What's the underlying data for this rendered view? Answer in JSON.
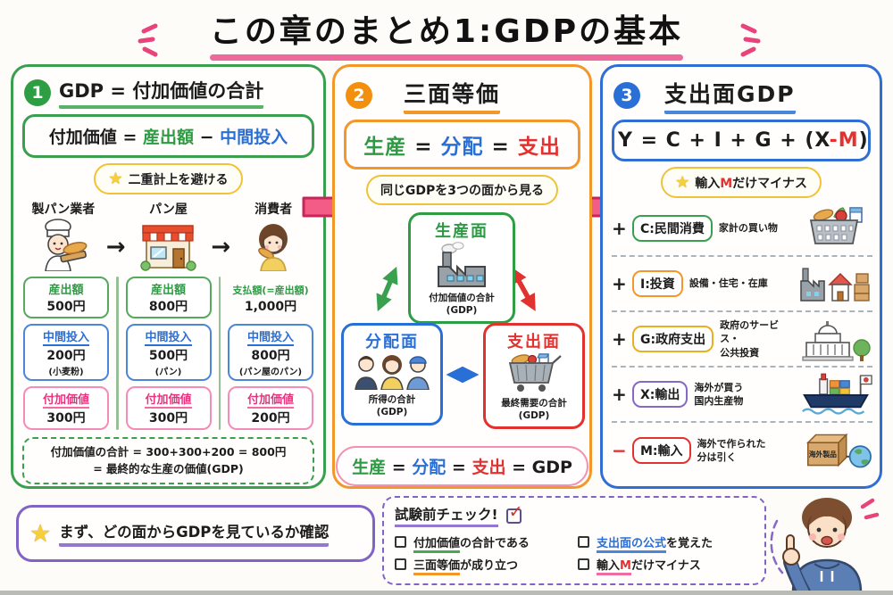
{
  "title": "この章のまとめ1:GDPの基本",
  "sym": {
    "eq": "=",
    "minus": "−",
    "arrow": "→",
    "star": "★",
    "check": "✓"
  },
  "panel1": {
    "number": "1",
    "heading": "GDP = 付加価値の合計",
    "formula": {
      "lhs": "付加価値",
      "op1": "=",
      "term1": "産出額",
      "op2": "−",
      "term2": "中間投入"
    },
    "note": "二重計上を避ける",
    "actors": [
      {
        "name": "製パン業者"
      },
      {
        "name": "パン屋"
      },
      {
        "name": "消費者"
      }
    ],
    "columns": [
      {
        "r1l": "産出額",
        "r1v": "500円",
        "r2l": "中間投入",
        "r2v": "200円",
        "r2n": "(小麦粉)",
        "r3l": "付加価値",
        "r3v": "300円"
      },
      {
        "r1l": "産出額",
        "r1v": "800円",
        "r2l": "中間投入",
        "r2v": "500円",
        "r2n": "(パン)",
        "r3l": "付加価値",
        "r3v": "300円"
      },
      {
        "r1l": "支払額(=産出額)",
        "r1v": "1,000円",
        "r2l": "中間投入",
        "r2v": "800円",
        "r2n": "(パン屋のパン)",
        "r3l": "付加価値",
        "r3v": "200円"
      }
    ],
    "summary1": "付加価値の合計 = 300+300+200 = 800円",
    "summary2": "= 最終的な生産の価値(GDP)"
  },
  "panel2": {
    "number": "2",
    "heading": "三面等価",
    "formula": {
      "a": "生産",
      "b": "分配",
      "c": "支出"
    },
    "note": "同じGDPを3つの面から見る",
    "production": {
      "label": "生産面",
      "sub": "付加価値の合計",
      "gdp": "(GDP)"
    },
    "distribution": {
      "label": "分配面",
      "sub": "所得の合計",
      "gdp": "(GDP)"
    },
    "expenditure": {
      "label": "支出面",
      "sub": "最終需要の合計",
      "gdp": "(GDP)"
    },
    "conclusion": {
      "a": "生産",
      "b": "分配",
      "c": "支出",
      "d": "GDP"
    }
  },
  "panel3": {
    "number": "3",
    "heading": "支出面GDP",
    "formula": {
      "pre": "Y = C + I + G + (X",
      "minus": "-M",
      "post": ")"
    },
    "note": {
      "pre": "輸入",
      "m": "M",
      "post": "だけマイナス"
    },
    "items": [
      {
        "sign": "+",
        "label": "C:民間消費",
        "desc1": "家計の買い物",
        "desc2": ""
      },
      {
        "sign": "+",
        "label": "I:投資",
        "desc1": "設備・住宅・在庫",
        "desc2": ""
      },
      {
        "sign": "+",
        "label": "G:政府支出",
        "desc1": "政府のサービス・",
        "desc2": "公共投資"
      },
      {
        "sign": "+",
        "label": "X:輸出",
        "desc1": "海外が買う",
        "desc2": "国内生産物"
      },
      {
        "sign": "−",
        "label": "M:輸入",
        "desc1": "海外で作られた",
        "desc2": "分は引く"
      }
    ],
    "import_label": "海外製品"
  },
  "footer": {
    "tip": "まず、どの面からGDPを見ているか確認",
    "check_title": "試験前チェック!",
    "checks": [
      {
        "hl": "付加価値",
        "rest": "の合計である"
      },
      {
        "hl": "三面等価",
        "rest": "が成り立つ"
      },
      {
        "hl": "支出面の公式",
        "rest": "を覚えた"
      },
      {
        "pre": "輸入",
        "m": "M",
        "rest": "だけマイナス"
      }
    ]
  }
}
